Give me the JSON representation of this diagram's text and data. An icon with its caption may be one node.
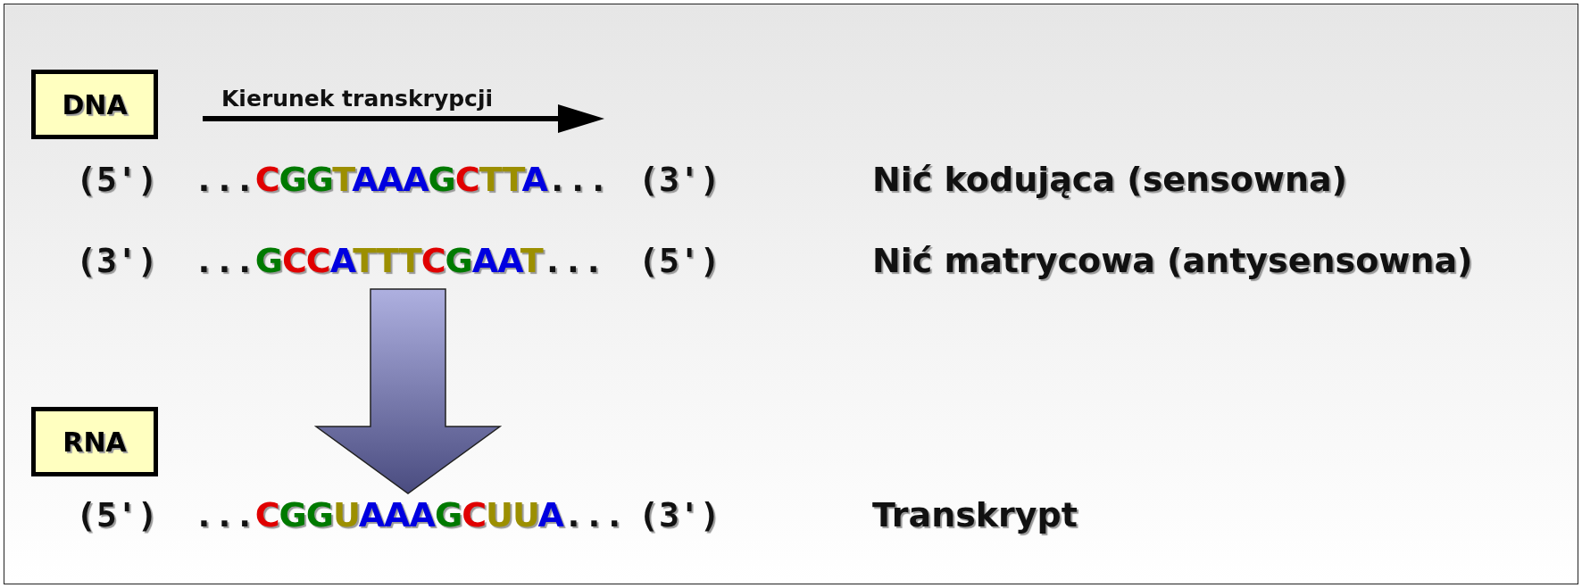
{
  "diagram": {
    "nodes": [
      {
        "text": [
          "DNA"
        ]
      },
      {
        "text": [
          "RNA"
        ]
      },
      {
        "text": [
          "...GCCATTTCGAAT..."
        ]
      },
      {
        "text": [
          "...CGGUAAAGCUUA..."
        ]
      }
    ],
    "edges": [
      {
        "from": 2,
        "to": 3,
        "arrow": "to",
        "style": "thick"
      }
    ],
    "labels": [
      "Kierunek transkrypcji",
      "(5')",
      "...CGGTAAAGCTTA...",
      "(3')",
      "Nić kodująca (sensowna)",
      "(3')",
      "(5')",
      "Nić matrycowa (antysensowna)",
      "(5')",
      "(3')",
      "Transkrypt"
    ]
  }
}
